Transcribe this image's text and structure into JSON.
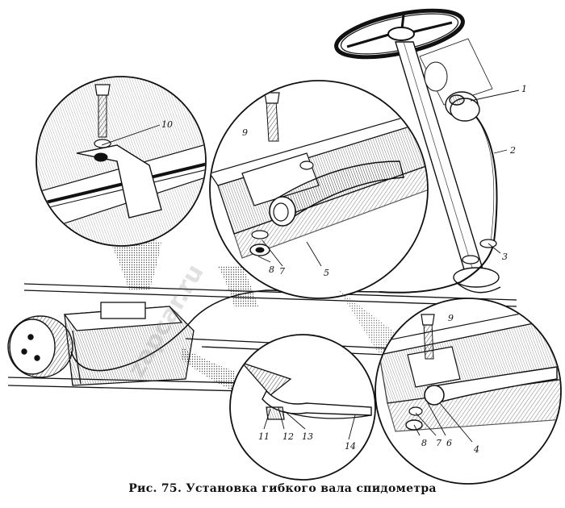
{
  "caption": "Рис. 75. Установка гибкого вала спидометра",
  "callouts": {
    "c1": "1",
    "c2": "2",
    "c3": "3",
    "c4": "4",
    "c5": "5",
    "c6": "6",
    "c7": "7",
    "c7b": "7",
    "c8": "8",
    "c8b": "8",
    "c9": "9",
    "c9b": "9",
    "c10": "10",
    "c11": "11",
    "c12": "12",
    "c13": "13",
    "c14": "14"
  },
  "watermark": "zapcar.ru"
}
